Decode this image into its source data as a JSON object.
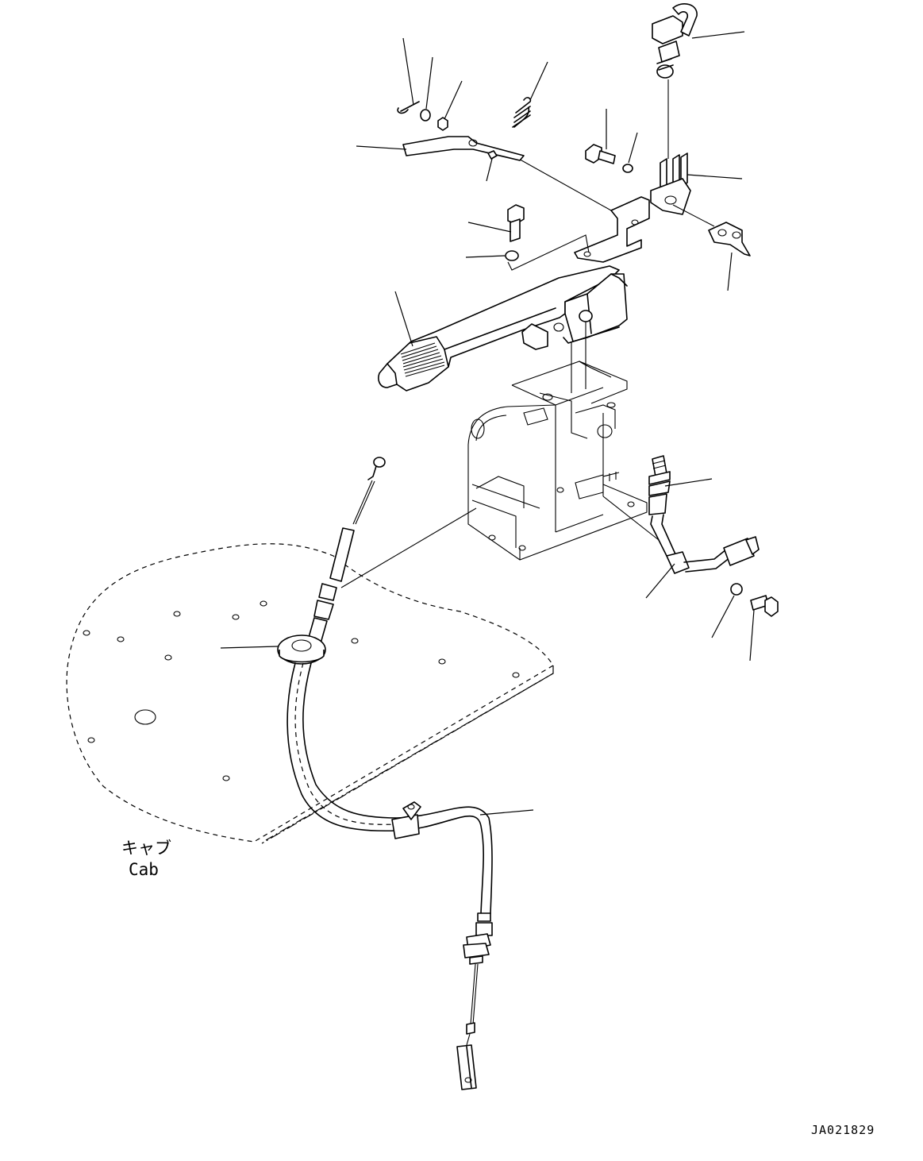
{
  "labels": {
    "cab_jp": "キャブ",
    "cab_en": "Cab",
    "drawing_code": "JA021829"
  }
}
